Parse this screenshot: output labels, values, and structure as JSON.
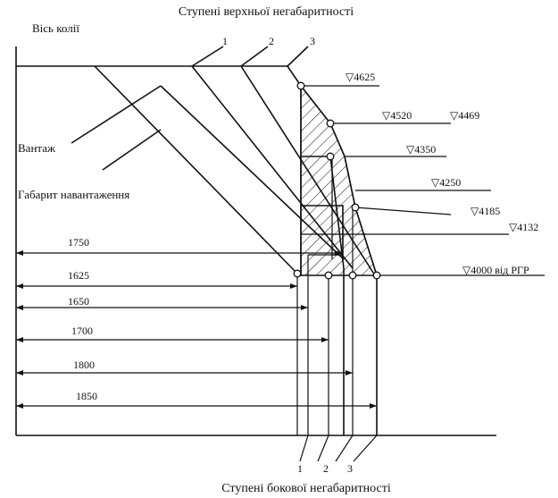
{
  "diagram": {
    "title_top": "Ступені верхньої негабаритності",
    "title_bottom": "Ступені бокової негабаритності",
    "axis_label": "Вісь колії",
    "label_cargo": "Вантаж",
    "label_gauge": "Габарит навантаження",
    "top_degrees": [
      "1",
      "2",
      "3"
    ],
    "bottom_degrees": [
      "1",
      "2",
      "3"
    ],
    "height_marks": [
      "▽4625",
      "▽4520",
      "▽4469",
      "▽4350",
      "▽4250",
      "▽4185",
      "▽4132",
      "▽4000 від РГР"
    ],
    "width_dims": [
      "1750",
      "1625",
      "1650",
      "1700",
      "1800",
      "1850"
    ],
    "colors": {
      "line": "#111111",
      "background": "#ffffff"
    }
  }
}
